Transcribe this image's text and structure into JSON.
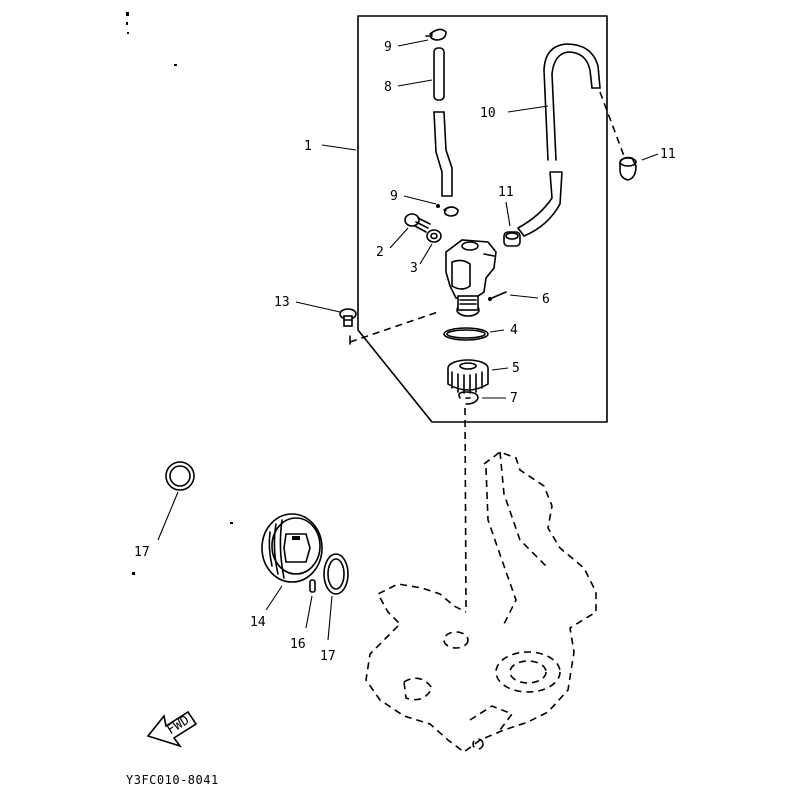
{
  "callouts": {
    "c1": "1",
    "c2": "2",
    "c3": "3",
    "c4": "4",
    "c5": "5",
    "c6": "6",
    "c7": "7",
    "c8": "8",
    "c9a": "9",
    "c9b": "9",
    "c10": "10",
    "c11a": "11",
    "c11b": "11",
    "c13": "13",
    "c14": "14",
    "c16": "16",
    "c17a": "17",
    "c17b": "17"
  },
  "fwd_label": "FWD",
  "diagram_code": "Y3FC010-8041"
}
